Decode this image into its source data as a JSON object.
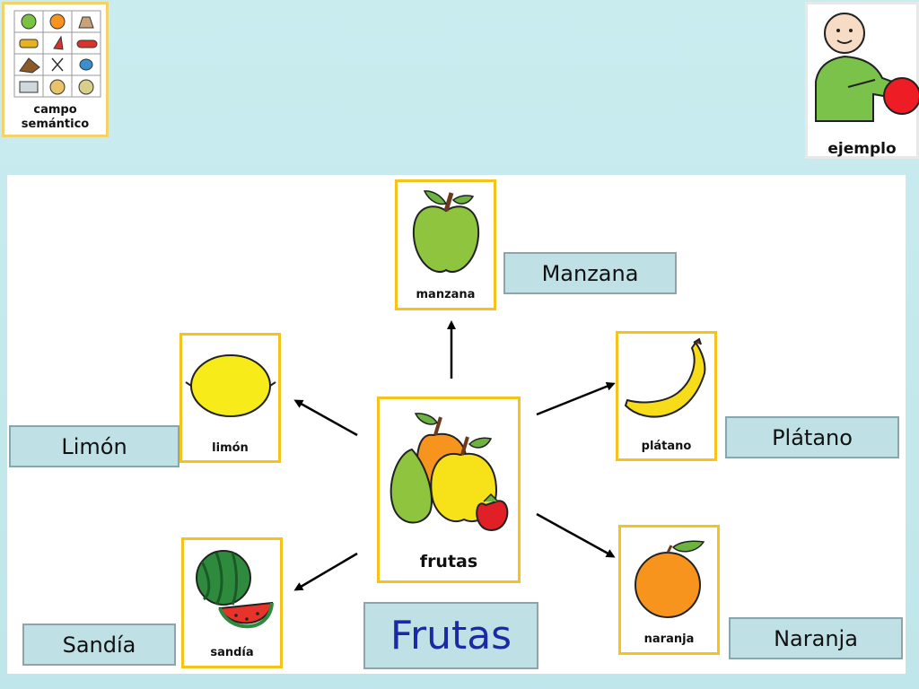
{
  "corner_cards": {
    "semantic": {
      "label_line1": "campo",
      "label_line2": "semántico",
      "icon": "semantic-grid-icon"
    },
    "example": {
      "label": "ejemplo",
      "icon": "person-with-ball-icon"
    }
  },
  "center": {
    "card_label": "frutas",
    "title": "Frutas",
    "icon": "fruit-basket-icon"
  },
  "fruits": {
    "manzana": {
      "card_label": "manzana",
      "word": "Manzana",
      "icon": "apple-icon"
    },
    "limon": {
      "card_label": "limón",
      "word": "Limón",
      "icon": "lemon-icon"
    },
    "platano": {
      "card_label": "plátano",
      "word": "Plátano",
      "icon": "banana-icon"
    },
    "sandia": {
      "card_label": "sandía",
      "word": "Sandía",
      "icon": "watermelon-icon"
    },
    "naranja": {
      "card_label": "naranja",
      "word": "Naranja",
      "icon": "orange-icon"
    }
  },
  "colors": {
    "background": "#c4e8ec",
    "card_border": "#f6c21c",
    "label_fill": "#bfe1e5",
    "title_text": "#1b2aa3"
  }
}
